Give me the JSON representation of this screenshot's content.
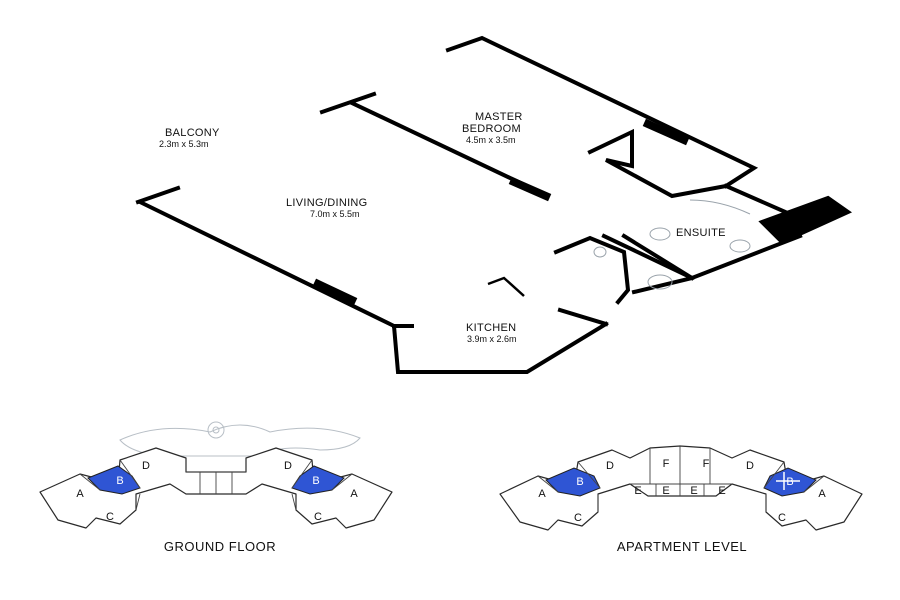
{
  "colors": {
    "wall": "#000000",
    "highlight": "#2f55d4",
    "background": "#ffffff",
    "fixture": "#9aa3ab"
  },
  "rooms": {
    "balcony": {
      "label": "BALCONY",
      "dims": "2.3m x 5.3m"
    },
    "master_bedroom": {
      "label_line1": "MASTER",
      "label_line2": "BEDROOM",
      "dims": "4.5m x 3.5m"
    },
    "living_dining": {
      "label": "LIVING/DINING",
      "dims": "7.0m x 5.5m"
    },
    "ensuite": {
      "label": "ENSUITE"
    },
    "kitchen": {
      "label": "KITCHEN",
      "dims": "3.9m x 2.6m"
    }
  },
  "key_plans": {
    "ground_floor": {
      "caption": "GROUND FLOOR",
      "units": [
        "A",
        "B",
        "C",
        "D",
        "D",
        "B",
        "A",
        "C"
      ],
      "highlighted": [
        "B",
        "B"
      ]
    },
    "apartment_level": {
      "caption": "APARTMENT LEVEL",
      "units": [
        "A",
        "B",
        "C",
        "D",
        "F",
        "F",
        "D",
        "B",
        "A",
        "C",
        "E",
        "E",
        "E",
        "E"
      ],
      "highlighted": [
        "B",
        "B"
      ]
    }
  }
}
